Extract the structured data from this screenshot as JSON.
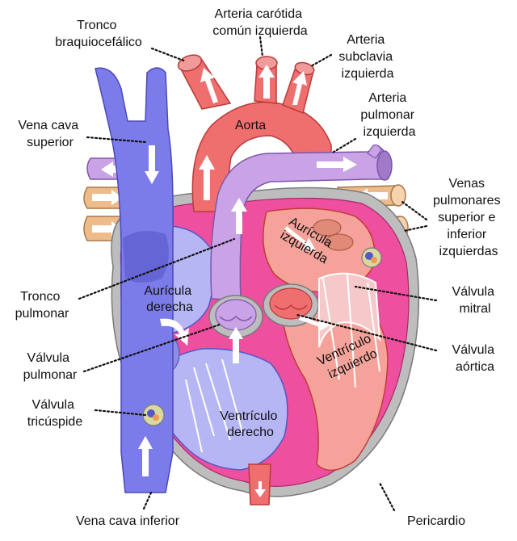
{
  "labels": {
    "tronco_braquiocefalico": [
      "Tronco",
      "braquiocefálico"
    ],
    "arteria_carotida": [
      "Arteria carótida",
      "común izquierda"
    ],
    "arteria_subclavia": [
      "Arteria",
      "subclavia",
      "izquierda"
    ],
    "vena_cava_superior": [
      "Vena cava",
      "superior"
    ],
    "aorta": "Aorta",
    "arteria_pulmonar": [
      "Arteria",
      "pulmonar",
      "izquierda"
    ],
    "venas_pulmonares": [
      "Venas",
      "pulmonares",
      "superior e",
      "inferior",
      "izquierdas"
    ],
    "auricula_izquierda": [
      "Aurícula",
      "izquierda"
    ],
    "tronco_pulmonar": [
      "Tronco",
      "pulmonar"
    ],
    "auricula_derecha": [
      "Aurícula",
      "derecha"
    ],
    "valvula_mitral": [
      "Válvula",
      "mitral"
    ],
    "valvula_aortica": [
      "Válvula",
      "aórtica"
    ],
    "ventriculo_izquierdo": [
      "Ventrículo",
      "izquierdo"
    ],
    "valvula_pulmonar": [
      "Válvula",
      "pulmonar"
    ],
    "valvula_tricuspide": [
      "Válvula",
      "tricúspide"
    ],
    "ventriculo_derecho": [
      "Ventrículo",
      "derecho"
    ],
    "vena_cava_inferior": "Vena cava inferior",
    "pericardio": "Pericardio"
  },
  "colors": {
    "vein_blue": "#7b7bea",
    "vein_blue_dark": "#5656c8",
    "artery_red": "#ef6f6f",
    "artery_red_dark": "#c84848",
    "pulmonary_purple": "#c9a3e6",
    "pulmonary_vein_tan": "#eebb8a",
    "heart_wall_pink": "#ee4f9e",
    "left_chamber_salmon": "#f5a39a",
    "right_chamber_lavender": "#b6b6f4",
    "pericardium_gray": "#bdbdbd"
  }
}
